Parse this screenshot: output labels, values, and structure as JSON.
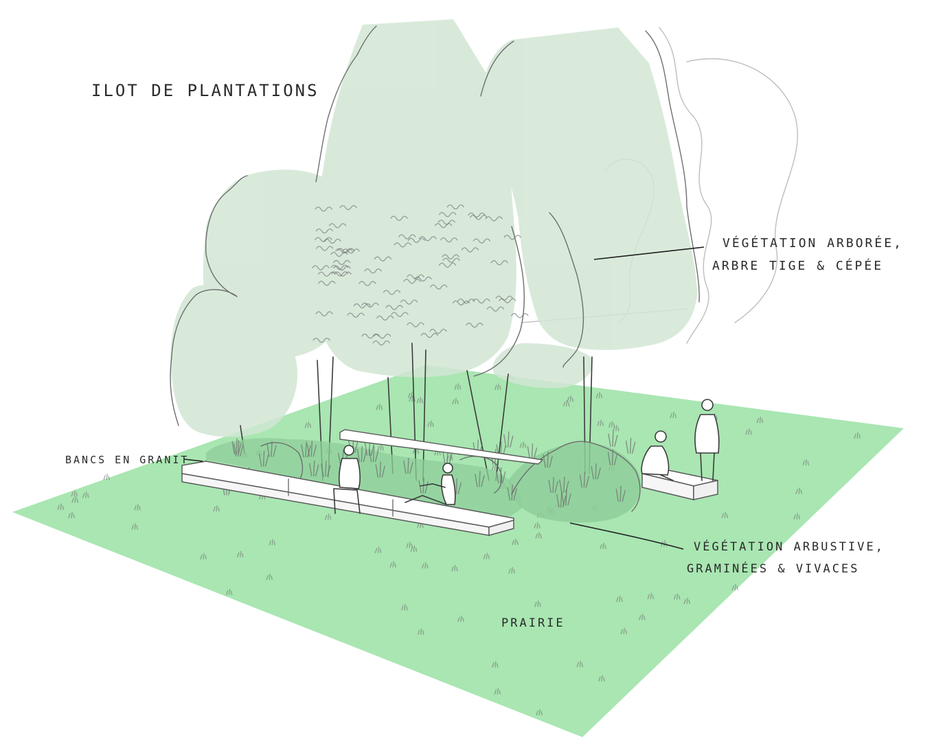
{
  "colors": {
    "meadow": "#a9e6b2",
    "canopy": "#d2e6d4",
    "shrubs": "#8fce9a",
    "pencil": "#6e6e6e",
    "ink": "#1e1e1e",
    "paper": "#ffffff"
  },
  "title": "ILOT DE PLANTATIONS",
  "labels": {
    "trees_line1": "VÉGÉTATION ARBORÉE,",
    "trees_line2": "ARBRE TIGE & CÉPÉE",
    "benches": "BANCS EN GRANIT",
    "shrubs_line1": "VÉGÉTATION ARBUSTIVE,",
    "shrubs_line2": "GRAMINÉES & VIVACES",
    "meadow": "PRAIRIE"
  }
}
